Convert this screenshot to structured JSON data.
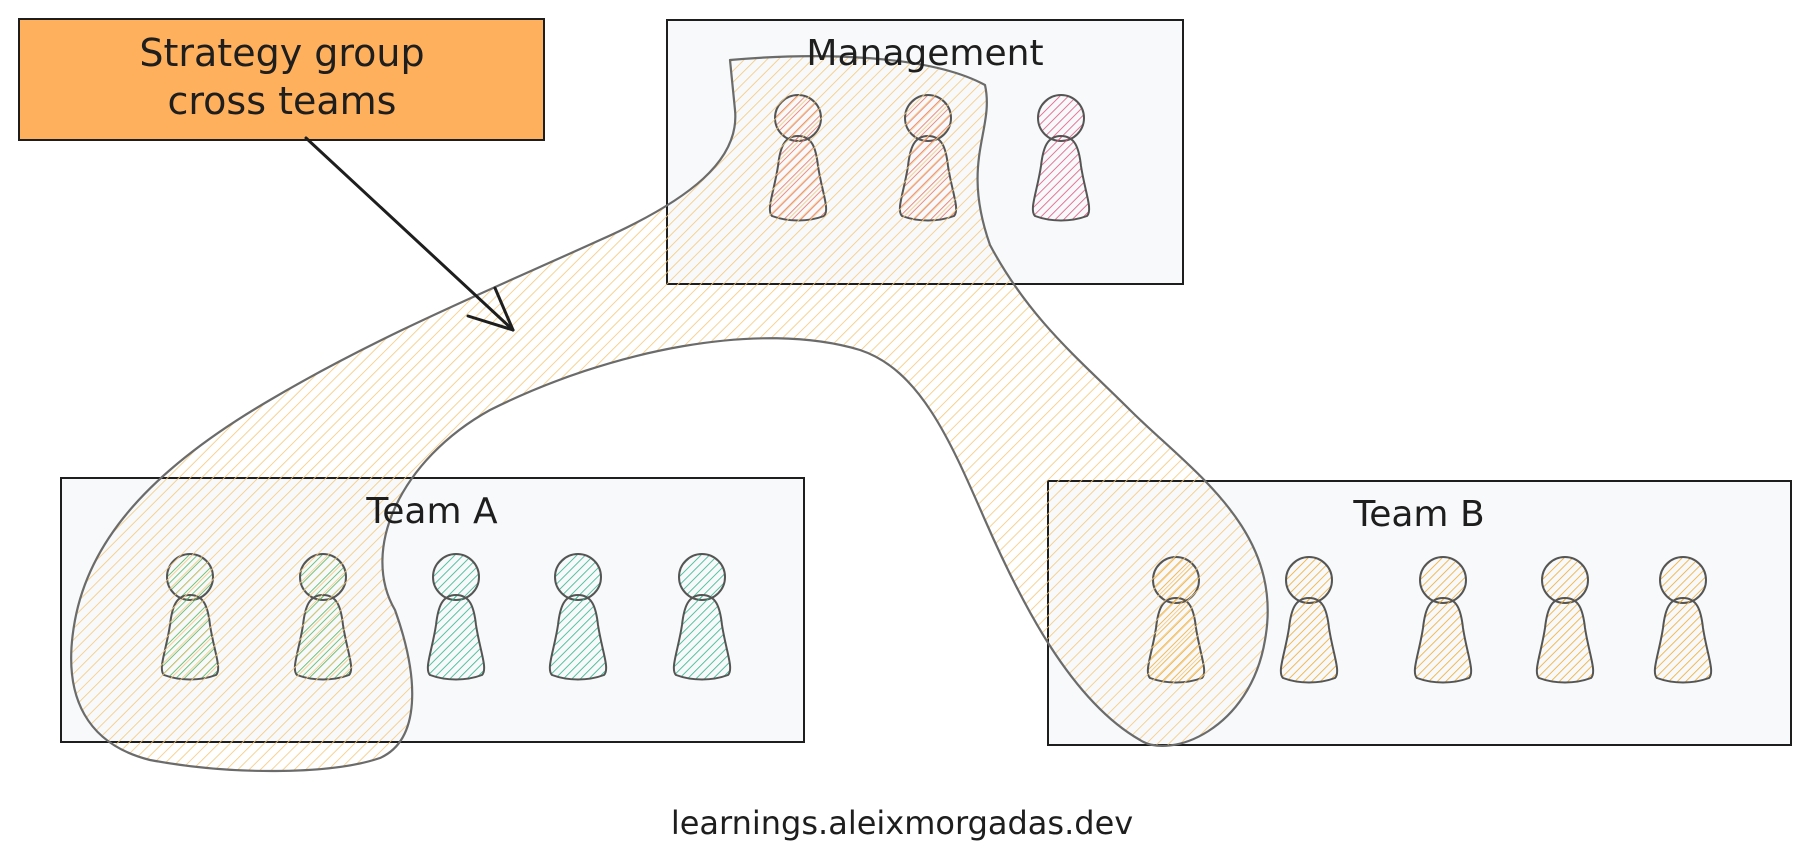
{
  "callout": {
    "line1": "Strategy group",
    "line2": "cross teams"
  },
  "groups": {
    "management": {
      "title": "Management"
    },
    "team_a": {
      "title": "Team A"
    },
    "team_b": {
      "title": "Team B"
    }
  },
  "footer": {
    "text": "learnings.aleixmorgadas.dev"
  },
  "colors": {
    "callout_fill": "#ffb05c",
    "box_fill": "#f8f9fa",
    "highlight": "#f5c87a",
    "red_person": "#e8705f",
    "pink_person": "#e0537e",
    "green_person": "#4fb35c",
    "teal_person": "#2bb38a",
    "orange_person": "#f0a92a"
  }
}
